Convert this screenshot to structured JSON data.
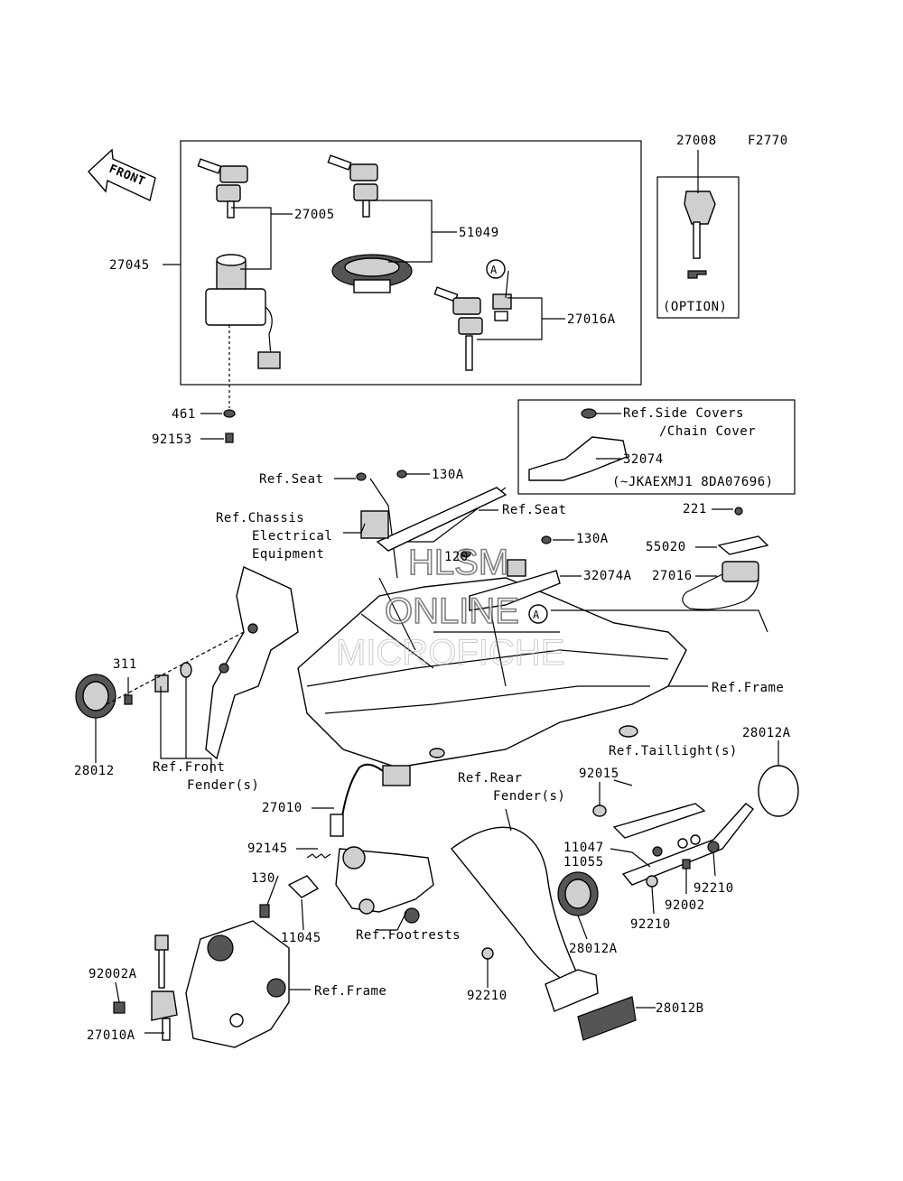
{
  "code": "F2770",
  "front_label": "FRONT",
  "labels": {
    "p27008": "27008",
    "p27045": "27045",
    "p27005": "27005",
    "p51049": "51049",
    "p27016A": "27016A",
    "option": "(OPTION)",
    "p461": "461",
    "p92153": "92153",
    "ref_side_covers": "Ref.Side Covers",
    "chain_cover": "/Chain Cover",
    "p32074": "32074",
    "serial_note": "(~JKAEXMJ1 8DA07696)",
    "ref_seat_1": "Ref.Seat",
    "p130A_1": "130A",
    "ref_chassis_1": "Ref.Chassis",
    "ref_chassis_2": "Electrical",
    "ref_chassis_3": "Equipment",
    "ref_seat_2": "Ref.Seat",
    "p221": "221",
    "p130A_2": "130A",
    "p120": "120",
    "p55020": "55020",
    "p32074A": "32074A",
    "p27016": "27016",
    "p311": "311",
    "ref_frame_1": "Ref.Frame",
    "p28012": "28012",
    "ref_front_1": "Ref.Front",
    "ref_front_2": "Fender(s)",
    "p28012A_1": "28012A",
    "ref_taillight": "Ref.Taillight(s)",
    "ref_rear_1": "Ref.Rear",
    "ref_rear_2": "Fender(s)",
    "p92015": "92015",
    "p27010": "27010",
    "p92145": "92145",
    "p11047": "11047",
    "p11055": "11055",
    "p92210_1": "92210",
    "p130": "130",
    "p92002": "92002",
    "p92210_2": "92210",
    "p11045": "11045",
    "ref_footrests": "Ref.Footrests",
    "p28012A_2": "28012A",
    "p92002A": "92002A",
    "ref_frame_2": "Ref.Frame",
    "p92210_3": "92210",
    "p28012B": "28012B",
    "p27010A": "27010A",
    "marker_a": "A"
  },
  "watermark": {
    "line1": "HLSM",
    "line2": "ONLINE",
    "line3": "MICROFICHE"
  }
}
